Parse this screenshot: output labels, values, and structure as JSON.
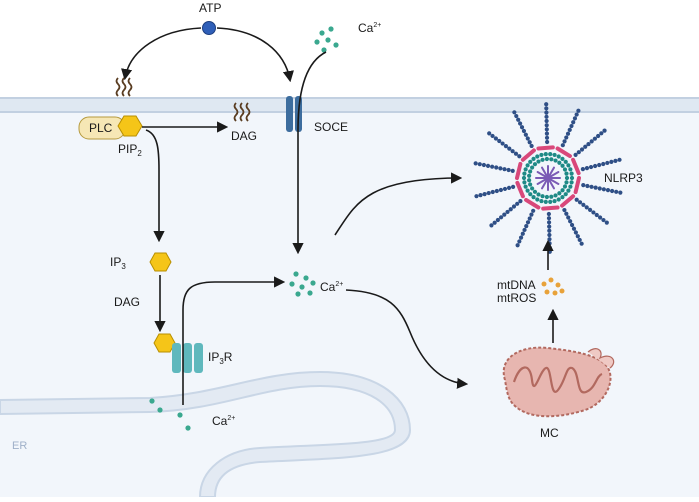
{
  "labels": {
    "atp": "ATP",
    "ca_top": "Ca",
    "ca_top_sup": "2+",
    "plc": "PLC",
    "pip": "PIP",
    "pip_sub": "2",
    "dag_top": "DAG",
    "soce": "SOCE",
    "nlrp3": "NLRP3",
    "ip3": "IP",
    "ip3_sub": "3",
    "dag_mid": "DAG",
    "ip3r": "IP",
    "ip3r_sub": "3",
    "ip3r_tail": "R",
    "ca_mid": "Ca",
    "ca_mid_sup": "2+",
    "ca_low": "Ca",
    "ca_low_sup": "2+",
    "mtdna": "mtDNA",
    "mtros": "mtROS",
    "mc": "MC",
    "er": "ER"
  },
  "colors": {
    "membrane_fill": "#e9f0f8",
    "membrane_edge": "#c9d6e6",
    "atp_blue": "#2f5fb8",
    "hexagon_yellow": "#f5c518",
    "plc_cream": "#f6e7b5",
    "soce_blue": "#3d6d9e",
    "calcium_teal": "#3aa88f",
    "nlrp3_navy": "#2f4f86",
    "nlrp3_pink": "#d9487a",
    "nlrp3_teal": "#1f8a86",
    "nlrp3_purple": "#7a5bb5",
    "ip3r_teal": "#5fb8bd",
    "ros_orange": "#e8a23a",
    "mito_pink": "#e7b6b0",
    "mito_edge": "#b2695f"
  },
  "icons": [
    "atp-molecule-icon",
    "plc-enzyme-icon",
    "pip2-hexagon-icon",
    "dag-lipid-icon",
    "soce-channel-icon",
    "calcium-ions-icon",
    "nlrp3-inflammasome-icon",
    "ip3-hexagon-icon",
    "ip3r-channel-icon",
    "mtdna-mtros-particles-icon",
    "mitochondrion-icon",
    "er-membrane-icon"
  ]
}
